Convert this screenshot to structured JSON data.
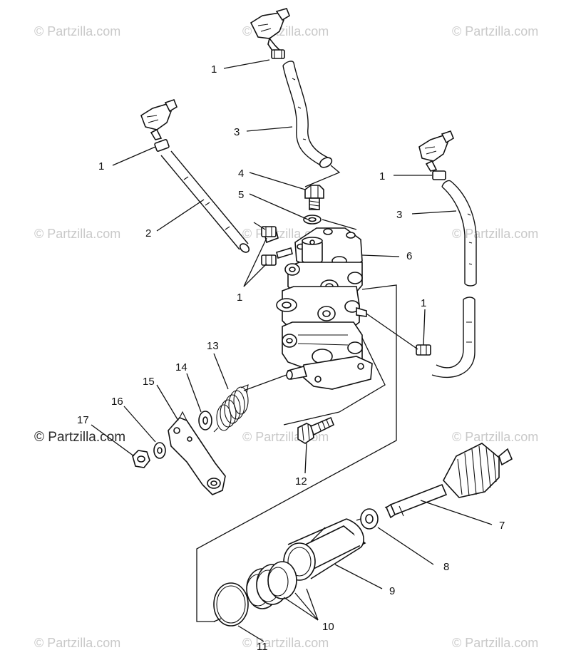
{
  "watermarks": [
    "© Partzilla.com",
    "© Partzilla.com",
    "© Partzilla.com",
    "© Partzilla.com",
    "© Partzilla.com",
    "© Partzilla.com",
    "© Partzilla.com",
    "© Partzilla.com",
    "© Partzilla.com",
    "© Partzilla.com",
    "© Partzilla.com",
    "© Partzilla.com"
  ],
  "callouts": {
    "c1a": "1",
    "c1b": "1",
    "c1c": "1",
    "c1d": "1",
    "c1e": "1",
    "c2": "2",
    "c3a": "3",
    "c3b": "3",
    "c4": "4",
    "c5": "5",
    "c6": "6",
    "c7": "7",
    "c8": "8",
    "c9": "9",
    "c10": "10",
    "c11": "11",
    "c12": "12",
    "c13": "13",
    "c14": "14",
    "c15": "15",
    "c16": "16",
    "c17": "17"
  }
}
